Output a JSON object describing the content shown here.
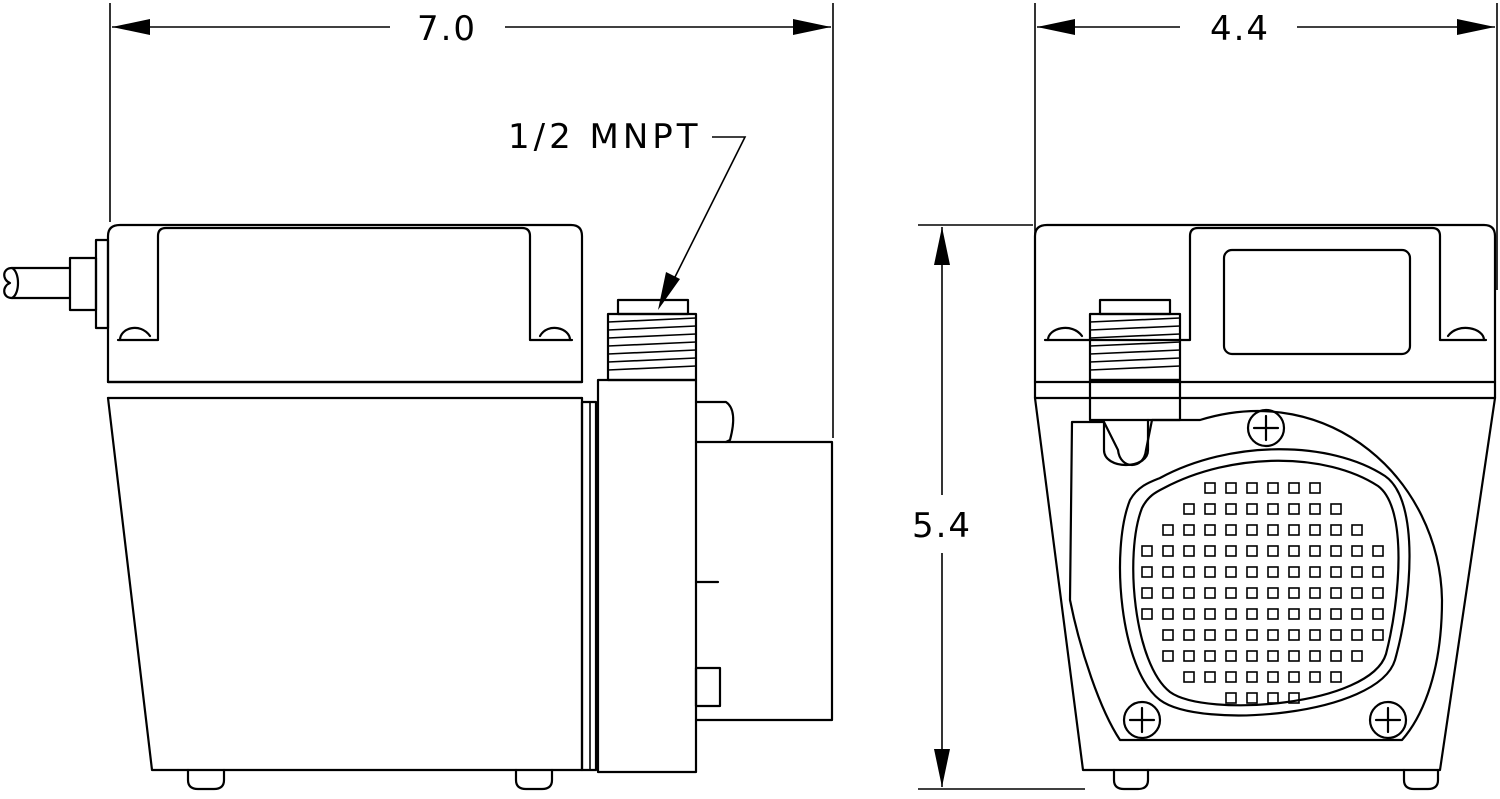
{
  "drawing": {
    "dimensions": {
      "width_side": "7.0",
      "width_front": "4.4",
      "height": "5.4"
    },
    "callouts": {
      "outlet": "1/2 MNPT"
    },
    "colors": {
      "line": "#000000",
      "background": "#ffffff"
    }
  }
}
